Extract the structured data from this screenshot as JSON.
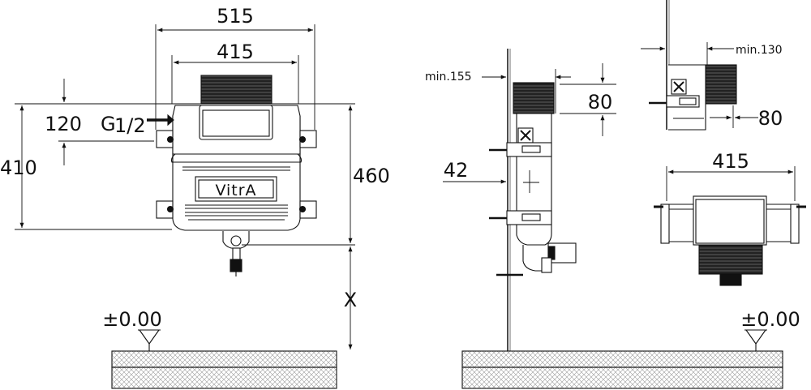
{
  "front_view": {
    "dim_overall_width": "515",
    "dim_frame_width": "415",
    "dim_inlet_height": "120",
    "inlet_thread_base": "G",
    "inlet_thread_fraction": "1/2",
    "dim_frame_height": "410",
    "dim_total_height": "460",
    "dim_variable_height": "X",
    "floor_level": "±0.00",
    "brand_logo_text": "VitrA"
  },
  "side_view": {
    "dim_min_wall_gap": "min.155",
    "dim_top_offset": "80",
    "dim_depth": "42",
    "floor_level": "±0.00"
  },
  "detail_top_right": {
    "dim_min_clearance": "min.130",
    "dim_offset": "80"
  },
  "plan_view": {
    "dim_width": "415"
  },
  "colors": {
    "line": "#111111",
    "hatch": "#555555",
    "background": "#ffffff"
  }
}
